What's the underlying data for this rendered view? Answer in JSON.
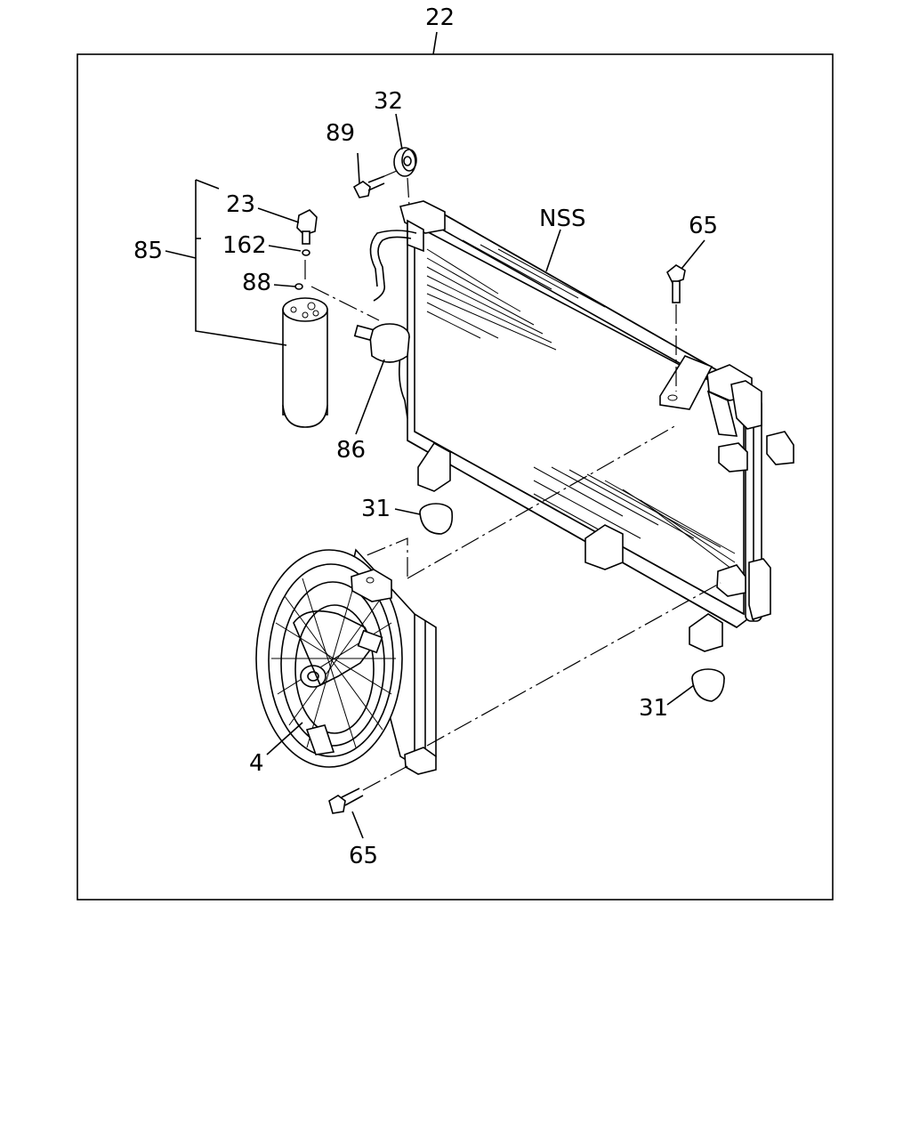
{
  "callouts": {
    "assembly": "22",
    "bolt_89": "89",
    "cushion_32": "32",
    "switch_23": "23",
    "oring_162": "162",
    "receiver_85": "85",
    "ring_88": "88",
    "bracket_86": "86",
    "condenser_nss": "NSS",
    "bolt_65_top": "65",
    "pad_31_left": "31",
    "pad_31_right": "31",
    "fan_4": "4",
    "bolt_65_bottom": "65"
  }
}
